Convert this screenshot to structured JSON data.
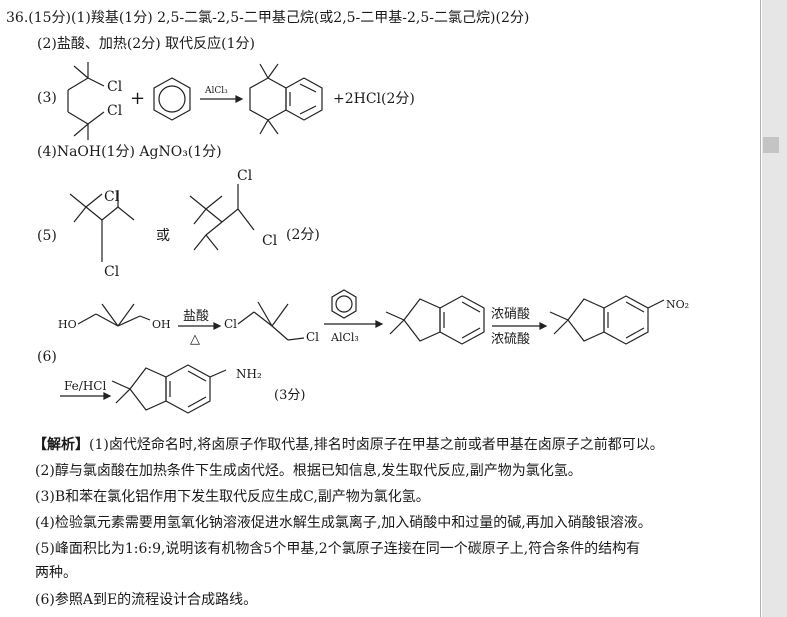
{
  "answer": {
    "q36_header": "36.(15分)(1)羧基(1分)  2,5-二氯-2,5-二甲基己烷(或2,5-二甲基-2,5-二氯己烷)(2分)",
    "q2_line": "(2)盐酸、加热(2分)   取代反应(1分)",
    "q3_label": "(3)",
    "q3_cl_top": "Cl",
    "q3_cl_bottom": "Cl",
    "q3_plus": "+",
    "q3_catalyst": "AlCl₃",
    "q3_product_tail": "+2HCl(2分)",
    "q4_line": "(4)NaOH(1分)   AgNO₃(1分)",
    "q5_label": "(5)",
    "q5_cl_a1": "Cl",
    "q5_cl_a2": "Cl",
    "q5_or": "或",
    "q5_cl_b1": "Cl",
    "q5_cl_b2": "Cl",
    "q5_score": "(2分)",
    "q6_label": "(6)",
    "q6_ho1": "HO",
    "q6_oh2": "OH",
    "q6_step1_reagent": "盐酸",
    "q6_step1_cond": "△",
    "q6_cl1": "Cl",
    "q6_cl2": "Cl",
    "q6_step2_cond": "AlCl₃",
    "q6_step3_top": "浓硝酸",
    "q6_step3_bottom": "浓硫酸",
    "q6_no2": "NO₂",
    "q6_step4_reagent": "Fe/HCl",
    "q6_nh2": "NH₂",
    "q6_score": "(3分)"
  },
  "analysis": {
    "tag": "【解析】",
    "line1": "(1)卤代烃命名时,将卤原子作取代基,排名时卤原子在甲基之前或者甲基在卤原子之前都可以。",
    "line2": "(2)醇与氯卤酸在加热条件下生成卤代烃。根据已知信息,发生取代反应,副产物为氯化氢。",
    "line3": "(3)B和苯在氯化铝作用下发生取代反应生成C,副产物为氯化氢。",
    "line4": "(4)检验氯元素需要用氢氧化钠溶液促进水解生成氯离子,加入硝酸中和过量的碱,再加入硝酸银溶液。",
    "line5a": "(5)峰面积比为1:6:9,说明该有机物含5个甲基,2个氯原子连接在同一个碳原子上,符合条件的结构有",
    "line5b": "两种。",
    "line6": "(6)参照A到E的流程设计合成路线。"
  }
}
